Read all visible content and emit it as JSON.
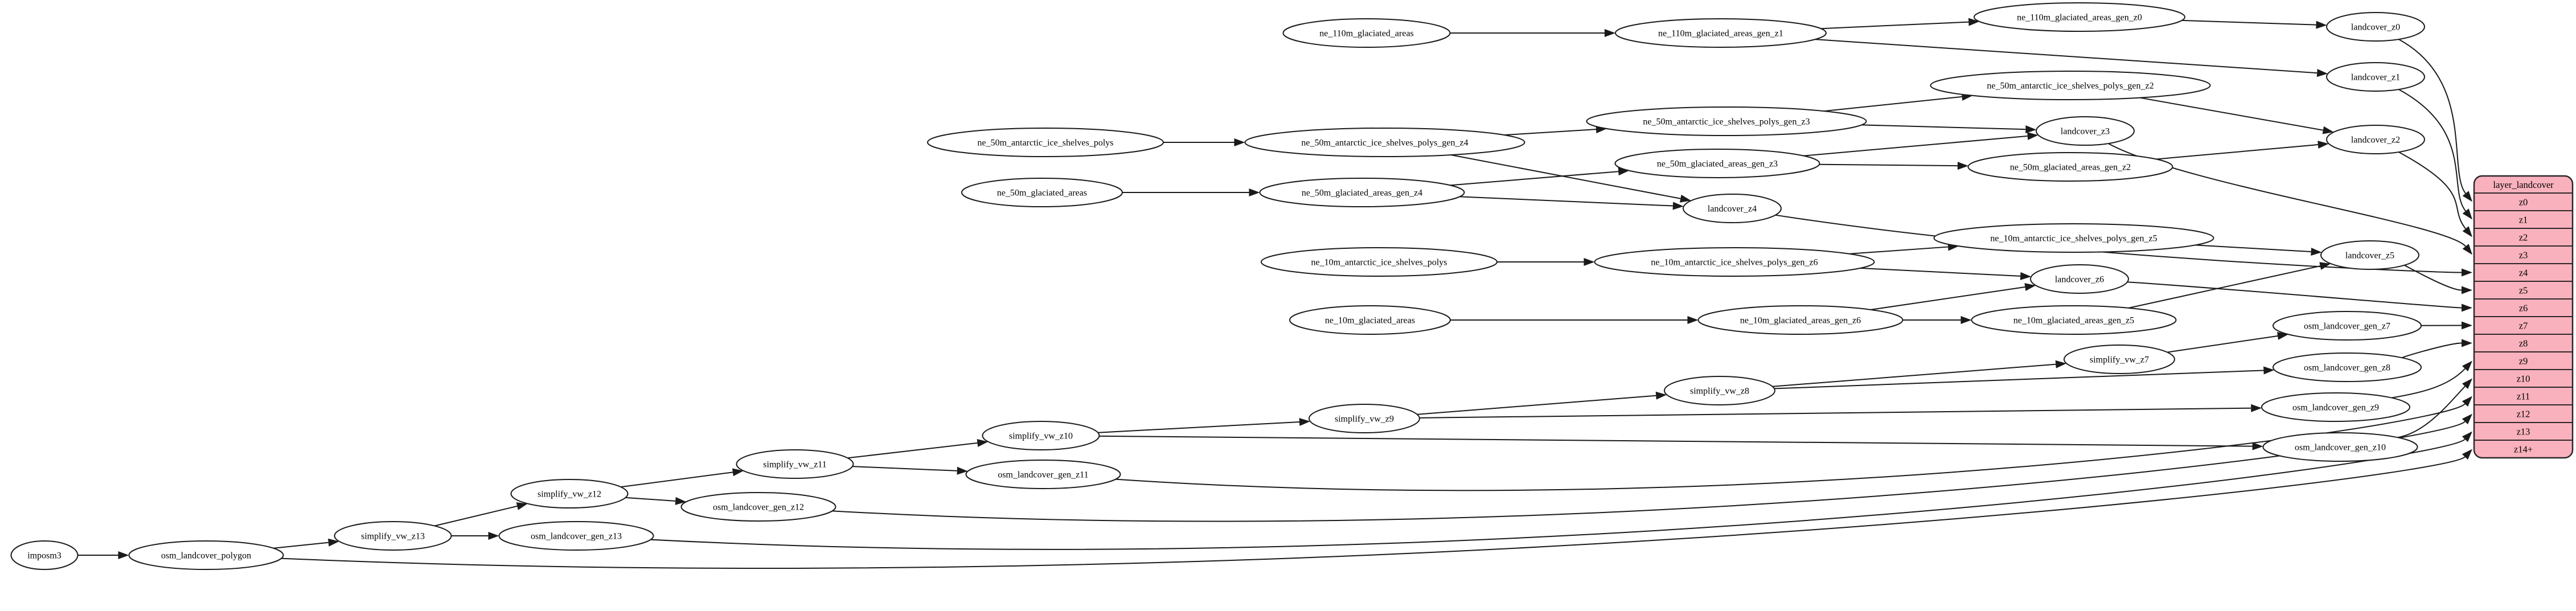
{
  "diagram": {
    "background": "#ffffff",
    "node_fill": "#ffffff",
    "node_stroke": "#1a1a1a",
    "edge_color": "#1a1a1a",
    "text_color": "#000000",
    "nodes": [
      "imposm3",
      "osm_landcover_polygon",
      "simplify_vw_z13",
      "osm_landcover_gen_z13",
      "simplify_vw_z12",
      "osm_landcover_gen_z12",
      "simplify_vw_z11",
      "osm_landcover_gen_z11",
      "simplify_vw_z10",
      "simplify_vw_z9",
      "simplify_vw_z8",
      "simplify_vw_z7",
      "osm_landcover_gen_z7",
      "osm_landcover_gen_z8",
      "osm_landcover_gen_z9",
      "osm_landcover_gen_z10",
      "ne_110m_glaciated_areas",
      "ne_110m_glaciated_areas_gen_z1",
      "ne_110m_glaciated_areas_gen_z0",
      "landcover_z0",
      "landcover_z1",
      "ne_50m_antarctic_ice_shelves_polys",
      "ne_50m_antarctic_ice_shelves_polys_gen_z4",
      "ne_50m_antarctic_ice_shelves_polys_gen_z3",
      "ne_50m_antarctic_ice_shelves_polys_gen_z2",
      "ne_50m_glaciated_areas",
      "ne_50m_glaciated_areas_gen_z4",
      "ne_50m_glaciated_areas_gen_z3",
      "ne_50m_glaciated_areas_gen_z2",
      "landcover_z2",
      "landcover_z3",
      "landcover_z4",
      "ne_10m_antarctic_ice_shelves_polys",
      "ne_10m_antarctic_ice_shelves_polys_gen_z6",
      "ne_10m_antarctic_ice_shelves_polys_gen_z5",
      "ne_10m_glaciated_areas",
      "ne_10m_glaciated_areas_gen_z6",
      "ne_10m_glaciated_areas_gen_z5",
      "landcover_z5",
      "landcover_z6"
    ],
    "edges": [
      [
        "imposm3",
        "osm_landcover_polygon"
      ],
      [
        "osm_landcover_polygon",
        "simplify_vw_z13"
      ],
      [
        "osm_landcover_polygon",
        "row:z14+"
      ],
      [
        "simplify_vw_z13",
        "osm_landcover_gen_z13"
      ],
      [
        "simplify_vw_z13",
        "simplify_vw_z12"
      ],
      [
        "osm_landcover_gen_z13",
        "row:z13"
      ],
      [
        "simplify_vw_z12",
        "osm_landcover_gen_z12"
      ],
      [
        "simplify_vw_z12",
        "simplify_vw_z11"
      ],
      [
        "osm_landcover_gen_z12",
        "row:z12"
      ],
      [
        "simplify_vw_z11",
        "osm_landcover_gen_z11"
      ],
      [
        "simplify_vw_z11",
        "simplify_vw_z10"
      ],
      [
        "osm_landcover_gen_z11",
        "row:z11"
      ],
      [
        "simplify_vw_z10",
        "osm_landcover_gen_z10"
      ],
      [
        "simplify_vw_z10",
        "simplify_vw_z9"
      ],
      [
        "osm_landcover_gen_z10",
        "row:z10"
      ],
      [
        "simplify_vw_z9",
        "osm_landcover_gen_z9"
      ],
      [
        "simplify_vw_z9",
        "simplify_vw_z8"
      ],
      [
        "osm_landcover_gen_z9",
        "row:z9"
      ],
      [
        "simplify_vw_z8",
        "osm_landcover_gen_z8"
      ],
      [
        "simplify_vw_z8",
        "simplify_vw_z7"
      ],
      [
        "osm_landcover_gen_z8",
        "row:z8"
      ],
      [
        "simplify_vw_z7",
        "osm_landcover_gen_z7"
      ],
      [
        "osm_landcover_gen_z7",
        "row:z7"
      ],
      [
        "ne_110m_glaciated_areas",
        "ne_110m_glaciated_areas_gen_z1"
      ],
      [
        "ne_110m_glaciated_areas_gen_z1",
        "ne_110m_glaciated_areas_gen_z0"
      ],
      [
        "ne_110m_glaciated_areas_gen_z1",
        "landcover_z1"
      ],
      [
        "ne_110m_glaciated_areas_gen_z0",
        "landcover_z0"
      ],
      [
        "landcover_z0",
        "row:z0"
      ],
      [
        "landcover_z1",
        "row:z1"
      ],
      [
        "ne_50m_antarctic_ice_shelves_polys",
        "ne_50m_antarctic_ice_shelves_polys_gen_z4"
      ],
      [
        "ne_50m_antarctic_ice_shelves_polys_gen_z4",
        "ne_50m_antarctic_ice_shelves_polys_gen_z3"
      ],
      [
        "ne_50m_antarctic_ice_shelves_polys_gen_z4",
        "landcover_z4"
      ],
      [
        "ne_50m_antarctic_ice_shelves_polys_gen_z3",
        "ne_50m_antarctic_ice_shelves_polys_gen_z2"
      ],
      [
        "ne_50m_antarctic_ice_shelves_polys_gen_z3",
        "landcover_z3"
      ],
      [
        "ne_50m_antarctic_ice_shelves_polys_gen_z2",
        "landcover_z2"
      ],
      [
        "ne_50m_glaciated_areas",
        "ne_50m_glaciated_areas_gen_z4"
      ],
      [
        "ne_50m_glaciated_areas_gen_z4",
        "ne_50m_glaciated_areas_gen_z3"
      ],
      [
        "ne_50m_glaciated_areas_gen_z4",
        "landcover_z4"
      ],
      [
        "ne_50m_glaciated_areas_gen_z3",
        "ne_50m_glaciated_areas_gen_z2"
      ],
      [
        "ne_50m_glaciated_areas_gen_z3",
        "landcover_z3"
      ],
      [
        "ne_50m_glaciated_areas_gen_z2",
        "landcover_z2"
      ],
      [
        "landcover_z2",
        "row:z2"
      ],
      [
        "landcover_z3",
        "row:z3"
      ],
      [
        "landcover_z4",
        "row:z4"
      ],
      [
        "ne_10m_antarctic_ice_shelves_polys",
        "ne_10m_antarctic_ice_shelves_polys_gen_z6"
      ],
      [
        "ne_10m_antarctic_ice_shelves_polys_gen_z6",
        "ne_10m_antarctic_ice_shelves_polys_gen_z5"
      ],
      [
        "ne_10m_antarctic_ice_shelves_polys_gen_z6",
        "landcover_z6"
      ],
      [
        "ne_10m_antarctic_ice_shelves_polys_gen_z5",
        "landcover_z5"
      ],
      [
        "ne_10m_glaciated_areas",
        "ne_10m_glaciated_areas_gen_z6"
      ],
      [
        "ne_10m_glaciated_areas_gen_z6",
        "ne_10m_glaciated_areas_gen_z5"
      ],
      [
        "ne_10m_glaciated_areas_gen_z6",
        "landcover_z6"
      ],
      [
        "ne_10m_glaciated_areas_gen_z5",
        "landcover_z5"
      ],
      [
        "landcover_z5",
        "row:z5"
      ],
      [
        "landcover_z6",
        "row:z6"
      ]
    ]
  },
  "table": {
    "title": "layer_landcover",
    "rows": [
      "z0",
      "z1",
      "z2",
      "z3",
      "z4",
      "z5",
      "z6",
      "z7",
      "z8",
      "z9",
      "z10",
      "z11",
      "z12",
      "z13",
      "z14+"
    ],
    "fill": "#f9b2bd",
    "stroke": "#2d2628",
    "text_color": "#000000"
  }
}
